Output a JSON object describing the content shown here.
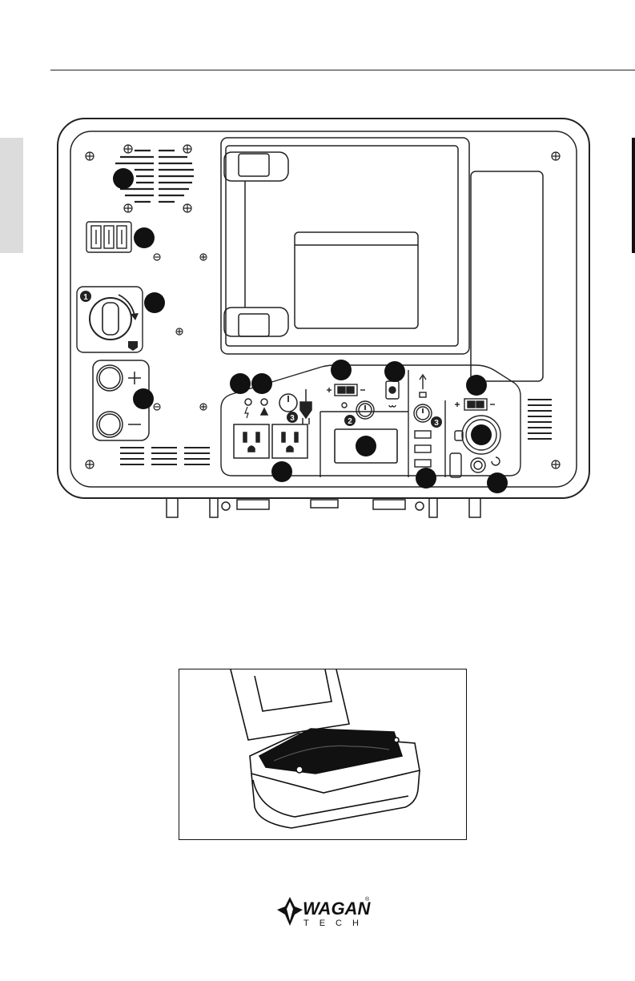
{
  "manual": {
    "diagram": {
      "numbered_markers": [
        "1",
        "2",
        "3",
        "3"
      ],
      "polarity": {
        "plus": "+",
        "minus": "–"
      }
    },
    "logo": {
      "word": "WAGAN",
      "registered": "®",
      "subtitle": "TECH"
    }
  }
}
